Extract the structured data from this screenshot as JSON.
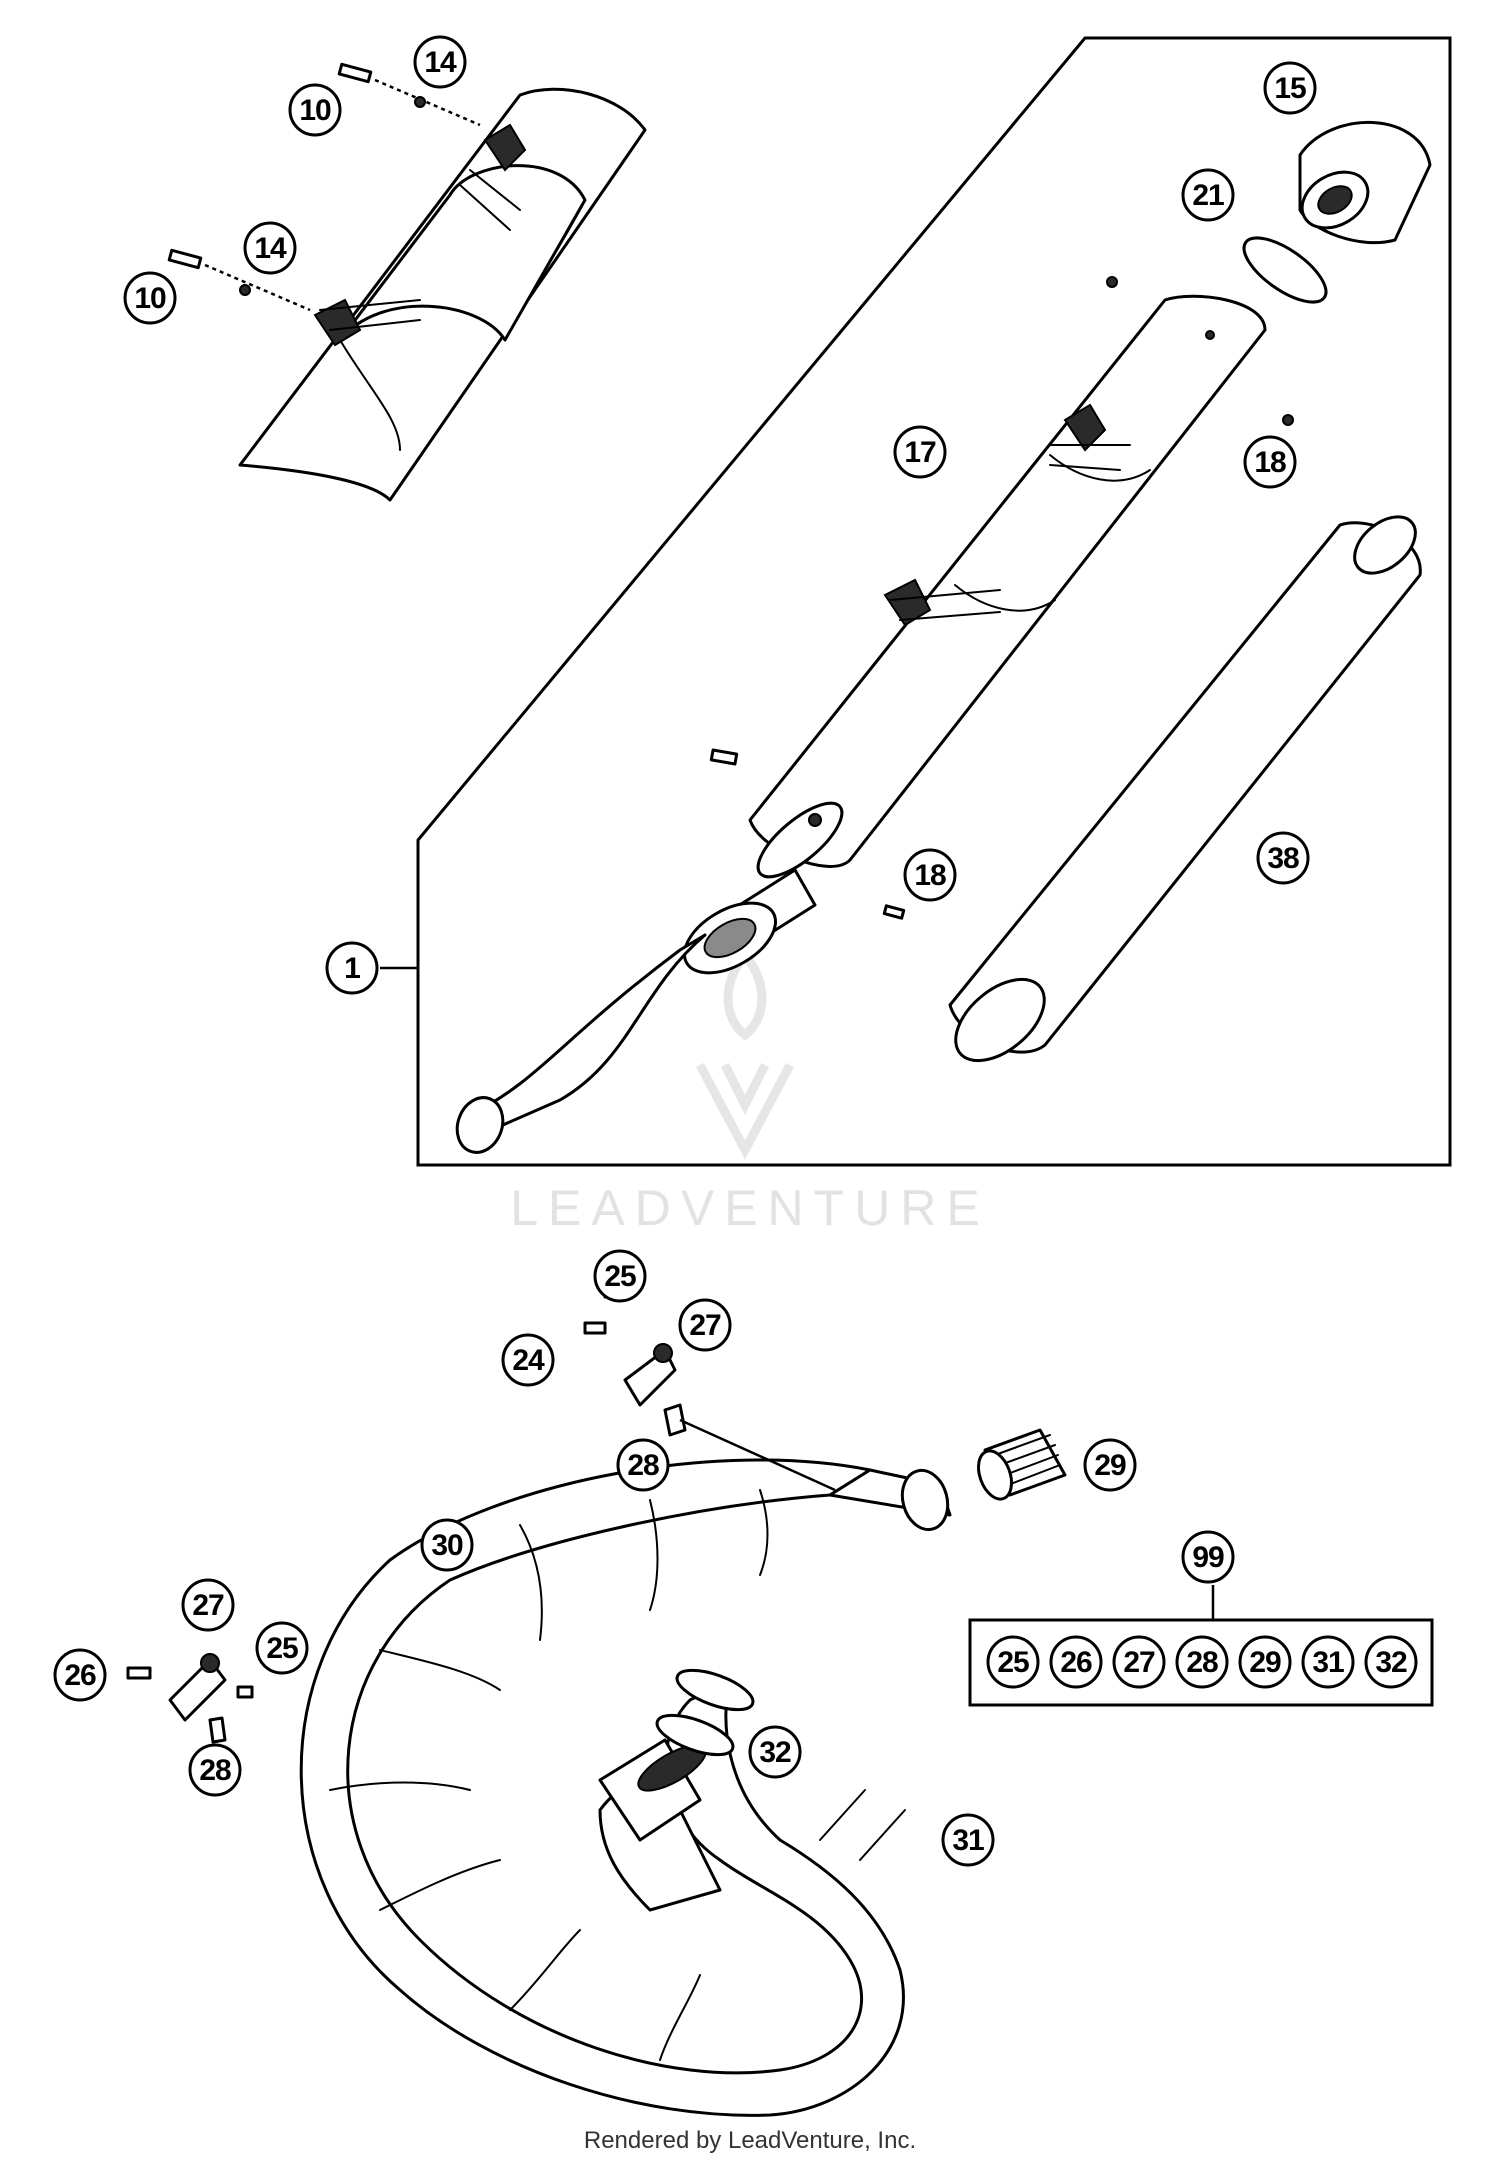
{
  "callouts": {
    "c14a": "14",
    "c10a": "10",
    "c14b": "14",
    "c10b": "10",
    "c15": "15",
    "c21": "21",
    "c17": "17",
    "c18a": "18",
    "c18b": "18",
    "c1": "1",
    "c38": "38",
    "c25a": "25",
    "c27a": "27",
    "c24": "24",
    "c28a": "28",
    "c29": "29",
    "c30": "30",
    "c99": "99",
    "c27b": "27",
    "c26": "26",
    "c25b": "25",
    "c28b": "28",
    "c32": "32",
    "c31": "31"
  },
  "kit_items": [
    "25",
    "26",
    "27",
    "28",
    "29",
    "31",
    "32"
  ],
  "watermark": {
    "text": "LEADVENTURE"
  },
  "footer": {
    "text": "Rendered by LeadVenture, Inc."
  }
}
